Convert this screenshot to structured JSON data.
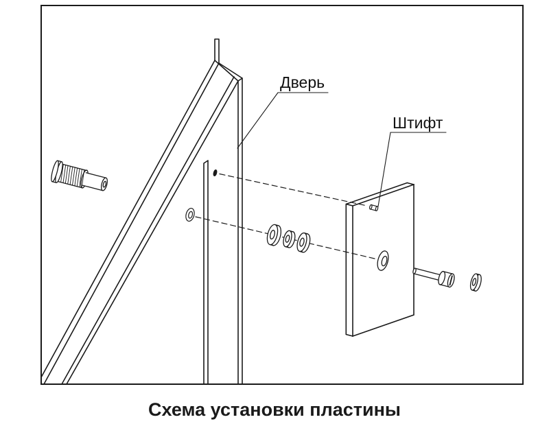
{
  "diagram": {
    "labels": {
      "door": "Дверь",
      "pin": "Штифт"
    },
    "caption": "Схема установки пластины",
    "colors": {
      "line": "#1a1a1a",
      "background": "#ffffff"
    }
  }
}
